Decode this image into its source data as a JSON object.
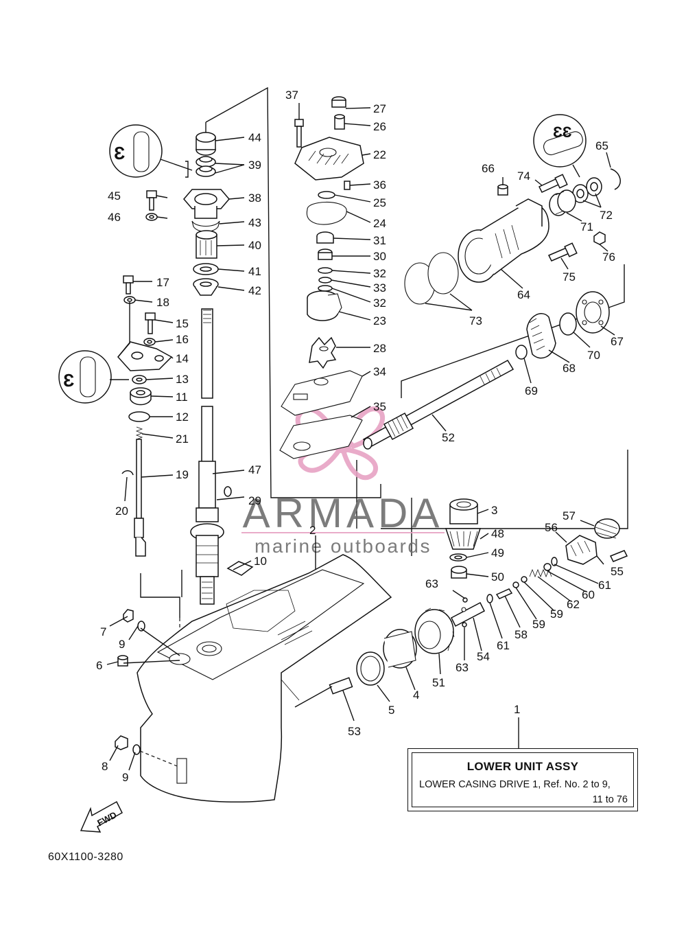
{
  "diagram_code": "60X1100-3280",
  "reference": {
    "number": "1",
    "title": "LOWER UNIT ASSY",
    "line1": "LOWER CASING DRIVE 1,  Ref. No. 2 to 9,",
    "line2": "11 to 76"
  },
  "watermark": {
    "brand": "ARMADA",
    "tagline": "marine outboards",
    "accent_color": "#e7a3c4",
    "text_color": "#6e6e6e"
  },
  "fwd_label": "FWD",
  "labels": {
    "p2": "2",
    "p3": "3",
    "p4": "4",
    "p5": "5",
    "p6": "6",
    "p7": "7",
    "p8": "8",
    "p9a": "9",
    "p9b": "9",
    "p10": "10",
    "p11": "11",
    "p12": "12",
    "p13": "13",
    "p14": "14",
    "p15": "15",
    "p16": "16",
    "p17": "17",
    "p18": "18",
    "p19": "19",
    "p20": "20",
    "p21": "21",
    "p22": "22",
    "p23": "23",
    "p24": "24",
    "p25": "25",
    "p26": "26",
    "p27": "27",
    "p28": "28",
    "p29": "29",
    "p30": "30",
    "p31": "31",
    "p32a": "32",
    "p32b": "32",
    "p33": "33",
    "p34": "34",
    "p35": "35",
    "p36": "36",
    "p37": "37",
    "p38": "38",
    "p39": "39",
    "p40": "40",
    "p41": "41",
    "p42": "42",
    "p43": "43",
    "p44": "44",
    "p45": "45",
    "p46": "46",
    "p47": "47",
    "p48": "48",
    "p49": "49",
    "p50": "50",
    "p51": "51",
    "p52": "52",
    "p53": "53",
    "p54": "54",
    "p55": "55",
    "p56": "56",
    "p57": "57",
    "p58": "58",
    "p59a": "59",
    "p59b": "59",
    "p60": "60",
    "p61a": "61",
    "p61b": "61",
    "p62": "62",
    "p63a": "63",
    "p63b": "63",
    "p64": "64",
    "p65": "65",
    "p66": "66",
    "p67": "67",
    "p68": "68",
    "p69": "69",
    "p70": "70",
    "p71": "71",
    "p72": "72",
    "p73": "73",
    "p74": "74",
    "p75": "75",
    "p76": "76"
  }
}
